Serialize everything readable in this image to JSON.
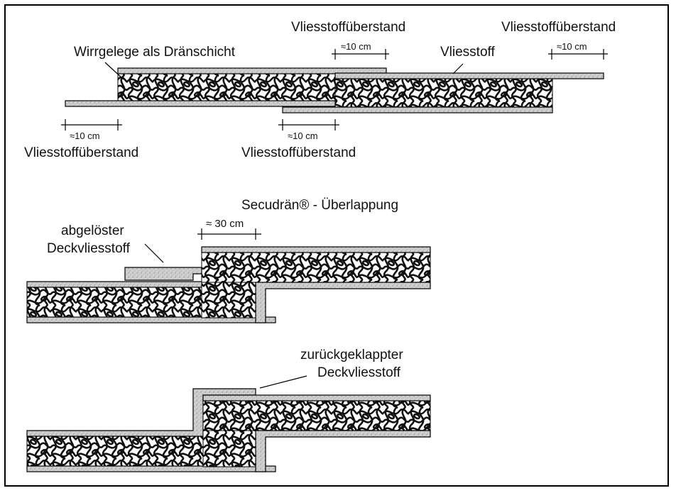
{
  "diagram_1": {
    "label_wirrgelege": "Wirrgelege als Dränschicht",
    "label_vliesstoff": "Vliesstoff",
    "overhang_label": "Vliesstoffüberstand",
    "dim_10cm": "≈10 cm"
  },
  "diagram_2": {
    "title": "Secudrän® - Überlappung",
    "dim_30cm": "≈ 30 cm",
    "label_line1": "abgelöster",
    "label_line2": "Deckvliesstoff"
  },
  "diagram_3": {
    "label_line1": "zurückgeklappter",
    "label_line2": "Deckvliesstoff"
  },
  "colors": {
    "fleece_fill": "#c8c8c8",
    "drainage_fill": "#1a1a1a",
    "outline": "#000000"
  }
}
